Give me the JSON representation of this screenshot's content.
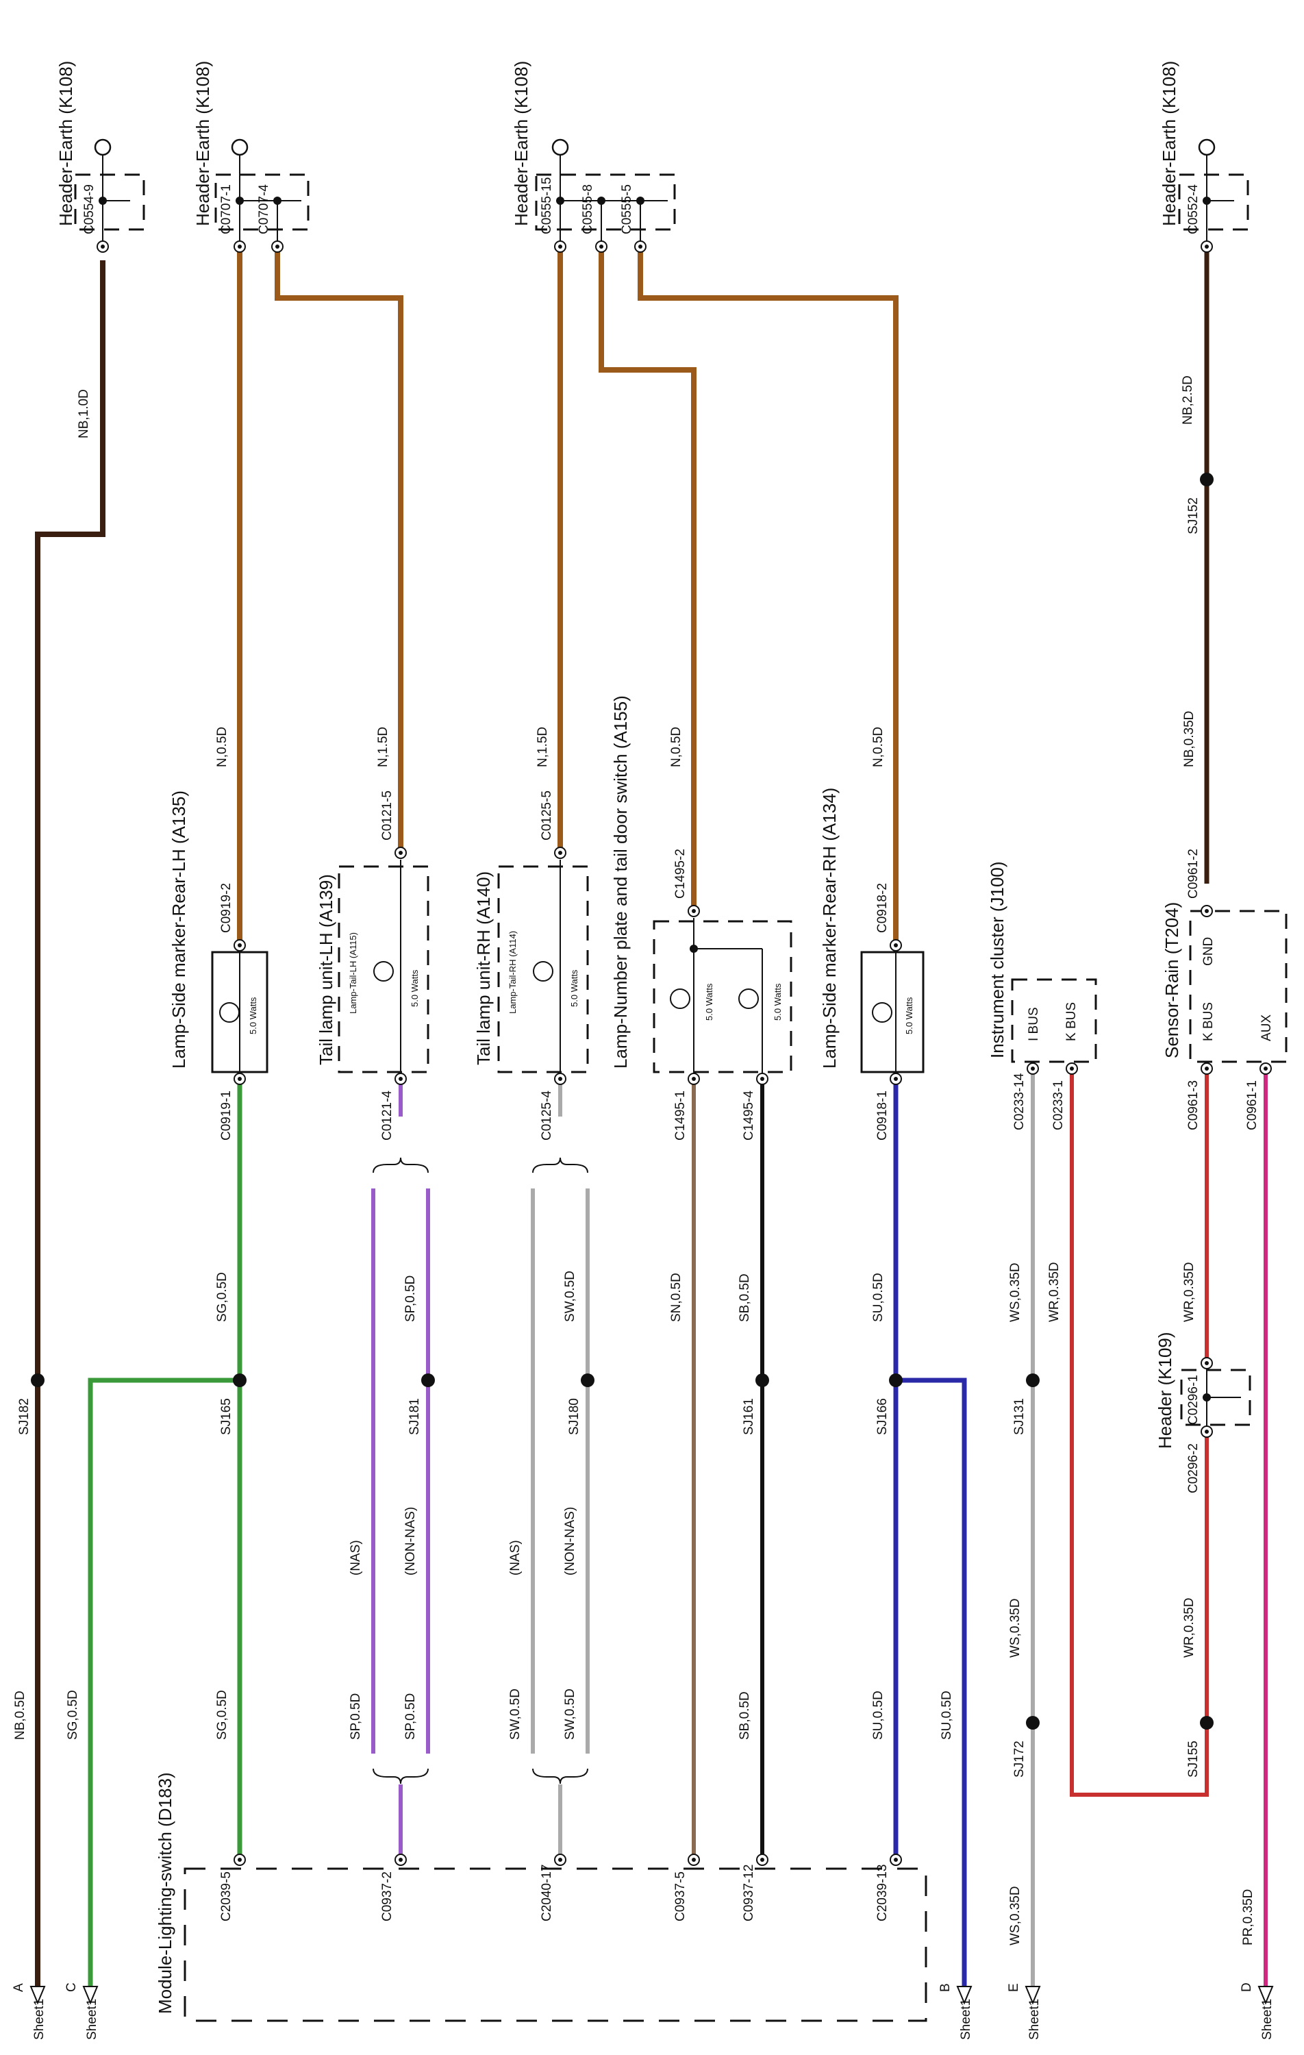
{
  "components": [
    {
      "id": "hdr1",
      "title": "Header-Earth (K108)"
    },
    {
      "id": "hdr2",
      "title": "Header-Earth (K108)"
    },
    {
      "id": "hdr3",
      "title": "Header-Earth (K108)"
    },
    {
      "id": "hdr4",
      "title": "Header-Earth (K108)"
    },
    {
      "id": "sm_lh",
      "title": "Lamp-Side marker-Rear-LH (A135)",
      "rating": "5.0 Watts"
    },
    {
      "id": "tail_lh",
      "title": "Tail lamp unit-LH (A139)",
      "inner": "Lamp-Tail-LH (A115)",
      "rating": "5.0 Watts"
    },
    {
      "id": "tail_rh",
      "title": "Tail lamp unit-RH (A140)",
      "inner": "Lamp-Tail-RH (A114)",
      "rating": "5.0 Watts"
    },
    {
      "id": "np",
      "title": "Lamp-Number plate and tail door switch (A155)",
      "rating1": "5.0 Watts",
      "rating2": "5.0 Watts"
    },
    {
      "id": "sm_rh",
      "title": "Lamp-Side marker-Rear-RH (A134)",
      "rating": "5.0 Watts"
    },
    {
      "id": "ic",
      "title": "Instrument cluster (J100)",
      "pin1": "I BUS",
      "pin2": "K BUS"
    },
    {
      "id": "rain",
      "title": "Sensor-Rain (T204)",
      "pin_gnd": "GND",
      "pin_kbus": "K BUS",
      "pin_aux": "AUX"
    },
    {
      "id": "hdr109",
      "title": "Header (K109)"
    },
    {
      "id": "mod",
      "title": "Module-Lighting-switch (D183)"
    }
  ],
  "connectors": [
    "C0554-9",
    "C0707-1",
    "C0707-4",
    "C0555-15",
    "C0555-8",
    "C0555-5",
    "C0552-4",
    "C0919-2",
    "C0121-5",
    "C0125-5",
    "C1495-2",
    "C0918-2",
    "C0961-2",
    "C0919-1",
    "C0121-4",
    "C0125-4",
    "C1495-1",
    "C1495-4",
    "C0918-1",
    "C0233-14",
    "C0233-1",
    "C0961-3",
    "C0961-1",
    "C0296-1",
    "C0296-2",
    "C2039-5",
    "C0937-2",
    "C2040-17",
    "C0937-5",
    "C0937-12",
    "C2039-13"
  ],
  "splices": [
    "SJ182",
    "SJ165",
    "SJ181",
    "SJ180",
    "SJ161",
    "SJ166",
    "SJ131",
    "SJ152",
    "SJ172",
    "SJ155"
  ],
  "wires": [
    "NB,1.0D",
    "NB,2.5D",
    "N,0.5D",
    "N,1.5D",
    "N,1.5D",
    "N,0.5D",
    "N,0.5D",
    "NB,0.35D",
    "SG,0.5D",
    "SP,0.5D",
    "SW,0.5D",
    "SN,0.5D",
    "SB,0.5D",
    "SU,0.5D",
    "WS,0.35D",
    "WR,0.35D",
    "WR,0.35D",
    "NB,0.5D",
    "SG,0.5D",
    "SG,0.5D",
    "SP,0.5D",
    "SP,0.5D",
    "SW,0.5D",
    "SW,0.5D",
    "SB,0.5D",
    "SU,0.5D",
    "SU,0.5D",
    "WS,0.35D",
    "WR,0.35D",
    "WS,0.35D",
    "PR,0.35D"
  ],
  "variants": [
    "(NAS)",
    "(NON-NAS)",
    "(NAS)",
    "(NON-NAS)"
  ],
  "offpage": [
    {
      "letter": "A",
      "sheet": "Sheet1"
    },
    {
      "letter": "C",
      "sheet": "Sheet1"
    },
    {
      "letter": "B",
      "sheet": "Sheet1"
    },
    {
      "letter": "E",
      "sheet": "Sheet1"
    },
    {
      "letter": "D",
      "sheet": "Sheet1"
    }
  ],
  "colors": {
    "brown": "#9b5a1a",
    "black": "#111111",
    "green": "#3a9a3a",
    "violet": "#9a5cc8",
    "white_wire": "#bbbbbb",
    "blue": "#2a2aa8",
    "red": "#c83030",
    "pink": "#d02880",
    "slate": "#7a6a5a"
  }
}
